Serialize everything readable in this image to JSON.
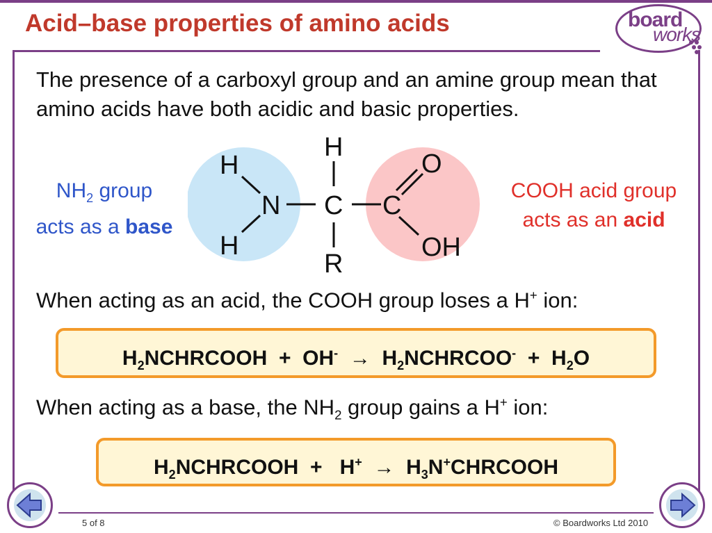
{
  "title": "Acid–base properties of amino acids",
  "logo": {
    "top": "board",
    "bottom": "works"
  },
  "intro": "The presence of a carboxyl group and an amine group mean that amino acids have both acidic and basic properties.",
  "diagram": {
    "atoms": {
      "h_top": "H",
      "h_upper_left": "H",
      "h_lower_left": "H",
      "n": "N",
      "c_alpha": "C",
      "c_carboxyl": "C",
      "o_double": "O",
      "oh": "OH",
      "r": "R"
    },
    "amine_circle_color": "#c9e6f7",
    "acid_circle_color": "#fbc6c7"
  },
  "base_label": {
    "part1": "NH",
    "sub": "2",
    "part2": " group",
    "line2_prefix": "acts as a ",
    "emphasis": "base"
  },
  "acid_label": {
    "line1": "COOH acid group",
    "line2_prefix": "acts as an ",
    "emphasis": "acid"
  },
  "acid_sentence": {
    "text": "When acting as an acid, the COOH group loses a H",
    "sup": "+",
    "suffix": " ion:"
  },
  "equation1": {
    "r1": "H",
    "r1sub": "2",
    "r1b": "NCHRCOOH",
    "plus1": "+",
    "r2": "OH",
    "r2sup": "-",
    "arrow": "→",
    "p1": "H",
    "p1sub": "2",
    "p1b": "NCHRCOO",
    "p1sup": "-",
    "plus2": "+",
    "p2": "H",
    "p2sub": "2",
    "p2b": "O"
  },
  "base_sentence": {
    "text": "When acting as a base, the NH",
    "sub": "2",
    "mid": " group gains a H",
    "sup": "+",
    "suffix": " ion:"
  },
  "equation2": {
    "r1": "H",
    "r1sub": "2",
    "r1b": "NCHRCOOH",
    "plus": "+",
    "r2": "H",
    "r2sup": "+",
    "arrow": "→",
    "p1": "H",
    "p1sub": "3",
    "p1b": "N",
    "p1sup": "+",
    "p1c": "CHRCOOH"
  },
  "footer": {
    "page": "5 of 8",
    "copyright": "© Boardworks Ltd 2010"
  },
  "colors": {
    "frame": "#7b3f87",
    "title": "#c0392b",
    "base": "#2f56c9",
    "acid": "#e0302a",
    "box_border": "#f39a2a",
    "box_fill": "#fff6d6"
  },
  "icons": {
    "prev": "arrow-left-icon",
    "next": "arrow-right-icon"
  }
}
